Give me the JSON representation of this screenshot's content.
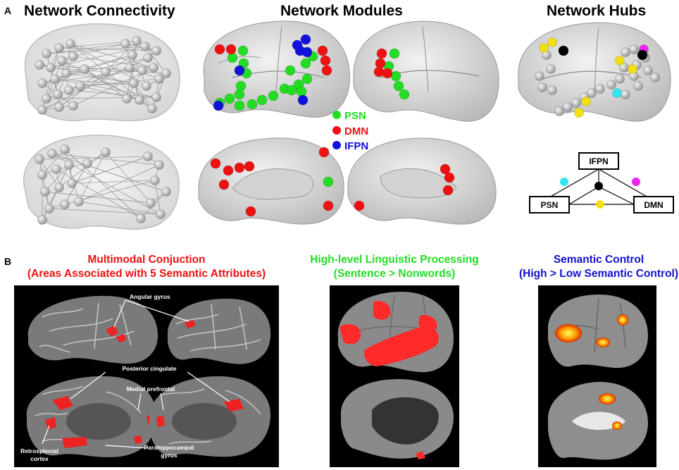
{
  "panel_a": {
    "letter": "A",
    "titles": {
      "connectivity": "Network Connectivity",
      "modules": "Network Modules",
      "hubs": "Network Hubs"
    },
    "legend": [
      {
        "label": "PSN",
        "color": "#22dd22"
      },
      {
        "label": "DMN",
        "color": "#ee1111"
      },
      {
        "label": "IFPN",
        "color": "#1111dd"
      }
    ],
    "hub_diagram": {
      "nodes": {
        "top": "IFPN",
        "left": "PSN",
        "right": "DMN"
      },
      "connector_colors": {
        "left": "#33e5f0",
        "right": "#ee22ee",
        "bottom": "#f2e011",
        "center": "#000000"
      }
    },
    "colors": {
      "psn": "#22dd22",
      "dmn": "#ee1111",
      "ifpn": "#1111dd",
      "hub_yellow": "#f2e011",
      "hub_cyan": "#33e5f0",
      "hub_magenta": "#ee22ee",
      "hub_black": "#000000",
      "node_gray": "#c8c8c8"
    }
  },
  "panel_b": {
    "letter": "B",
    "multimodal": {
      "title_line1": "Multimodal Conjuction",
      "title_line2": "(Areas Associated with 5 Semantic Attributes)",
      "color": "#ee1111",
      "annotations": {
        "angular": "Angular gyrus",
        "posterior_cingulate": "Posterior cingulate",
        "medial_prefrontal": "Medial prefrontal",
        "retrosplenial_1": "Retrosplenial",
        "retrosplenial_2": "cortex",
        "parahippocampal_1": "Parahippocampal",
        "parahippocampal_2": "gyrus"
      }
    },
    "linguistic": {
      "title_line1": "High-level Linguistic Processing",
      "title_line2": "(Sentence > Nonwords)",
      "color": "#22dd22"
    },
    "semantic_control": {
      "title_line1": "Semantic Control",
      "title_line2": "(High > Low Semantic Control)",
      "color": "#1111cc"
    }
  }
}
